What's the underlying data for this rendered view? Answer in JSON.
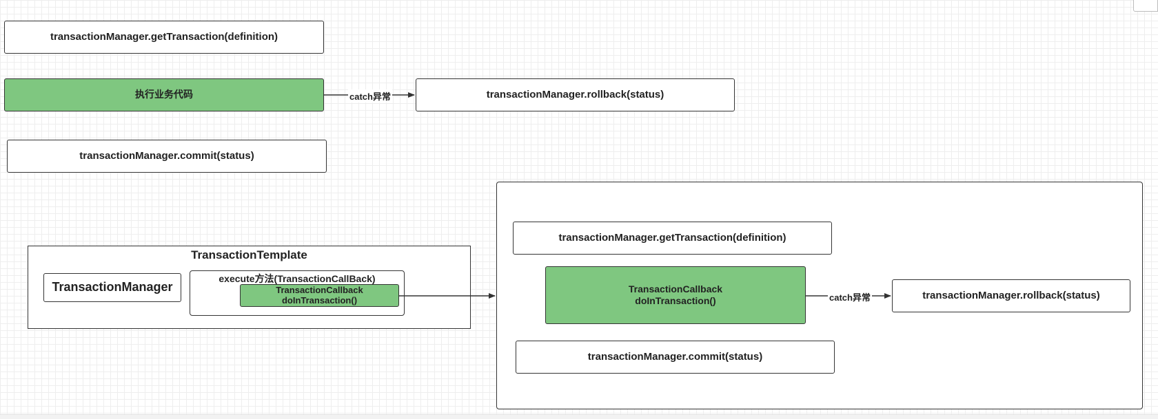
{
  "top_flow": {
    "get_transaction": "transactionManager.getTransaction(definition)",
    "execute_business": "执行业务代码",
    "catch_label": "catch异常",
    "rollback": "transactionManager.rollback(status)",
    "commit": "transactionManager.commit(status)"
  },
  "template": {
    "title": "TransactionTemplate",
    "manager": "TransactionManager",
    "execute_title": "execute方法(TransactionCallBack)",
    "callback_line1": "TransactionCallback",
    "callback_line2": "doInTransaction()"
  },
  "detail": {
    "get_transaction": "transactionManager.getTransaction(definition)",
    "callback_line1": "TransactionCallback",
    "callback_line2": "doInTransaction()",
    "catch_label": "catch异常",
    "rollback": "transactionManager.rollback(status)",
    "commit": "transactionManager.commit(status)"
  },
  "colors": {
    "highlight_fill": "#7fc780",
    "stroke": "#333333",
    "grid": "#eeeeee"
  }
}
